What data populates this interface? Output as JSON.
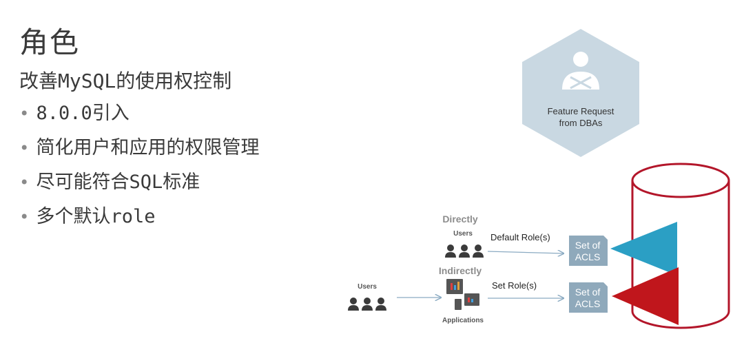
{
  "slide": {
    "title": "角色",
    "subtitle": "改善MySQL的使用权控制",
    "bullets": [
      "8.0.0引入",
      "简化用户和应用的权限管理",
      "尽可能符合SQL标准",
      "多个默认role"
    ]
  },
  "diagram": {
    "feature_line1": "Feature Request",
    "feature_line2": "from DBAs",
    "directly": "Directly",
    "directly_users": "Users",
    "default_roles": "Default Role(s)",
    "indirectly": "Indirectly",
    "left_users": "Users",
    "applications": "Applications",
    "set_roles": "Set Role(s)",
    "acl_top_1": "Set of",
    "acl_top_2": "ACLS",
    "acl_bottom_1": "Set of",
    "acl_bottom_2": "ACLS"
  },
  "colors": {
    "hexagon": "#c9d8e2",
    "acl_box": "#8fa9bb",
    "triangle_blue": "#2b9fc4",
    "triangle_red": "#c0161c",
    "cylinder": "#b3162a",
    "arrow": "#8aaac2",
    "gray_heading": "#8c8c8c"
  }
}
